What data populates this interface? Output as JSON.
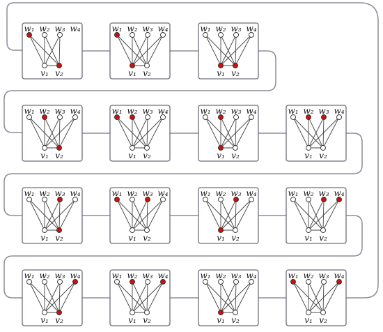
{
  "labels": {
    "w1": "w₁",
    "w2": "w₂",
    "w3": "w₃",
    "w4": "w₄",
    "v1": "v₁",
    "v2": "v₂"
  },
  "colors": {
    "highlight": "#cc1111",
    "normal": "#ffffff",
    "connector": "#8a8d9a",
    "box_border": "#6e6e78"
  },
  "graphs": [
    {
      "row": 0,
      "col": 0,
      "top_vertices": [
        "w1",
        "w2",
        "w3"
      ],
      "highlighted": [
        "w1",
        "v2"
      ]
    },
    {
      "row": 0,
      "col": 1,
      "top_vertices": [
        "w1",
        "w2",
        "w3",
        "w4"
      ],
      "highlighted": [
        "w1",
        "v1"
      ]
    },
    {
      "row": 0,
      "col": 2,
      "top_vertices": [
        "w1",
        "w2",
        "w3",
        "w4"
      ],
      "highlighted": [
        "v1",
        "v2"
      ]
    },
    {
      "row": 1,
      "col": 0,
      "top_vertices": [
        "w1",
        "w2",
        "w3",
        "w4"
      ],
      "highlighted": [
        "w2",
        "v2"
      ]
    },
    {
      "row": 1,
      "col": 1,
      "top_vertices": [
        "w1",
        "w2",
        "w3",
        "w4"
      ],
      "highlighted": [
        "w1",
        "w2"
      ]
    },
    {
      "row": 1,
      "col": 2,
      "top_vertices": [
        "w1",
        "w2",
        "w3",
        "w4"
      ],
      "highlighted": [
        "w2",
        "v1"
      ]
    },
    {
      "row": 1,
      "col": 3,
      "top_vertices": [
        "w1",
        "w2",
        "w3",
        "w4"
      ],
      "highlighted": [
        "w2",
        "w3"
      ]
    },
    {
      "row": 2,
      "col": 0,
      "top_vertices": [
        "w1",
        "w2",
        "w3",
        "w4"
      ],
      "highlighted": [
        "w3",
        "v2"
      ]
    },
    {
      "row": 2,
      "col": 1,
      "top_vertices": [
        "w1",
        "w2",
        "w3",
        "w4"
      ],
      "highlighted": [
        "w1",
        "w3"
      ]
    },
    {
      "row": 2,
      "col": 2,
      "top_vertices": [
        "w1",
        "w2",
        "w3",
        "w4"
      ],
      "highlighted": [
        "w3",
        "v1"
      ]
    },
    {
      "row": 2,
      "col": 3,
      "top_vertices": [
        "w1",
        "w2",
        "w3",
        "w4"
      ],
      "highlighted": [
        "w3",
        "w4"
      ]
    },
    {
      "row": 3,
      "col": 0,
      "top_vertices": [
        "w1",
        "w2",
        "w3",
        "w4"
      ],
      "highlighted": [
        "w4",
        "v2"
      ]
    },
    {
      "row": 3,
      "col": 1,
      "top_vertices": [
        "w1",
        "w2",
        "w3",
        "w4"
      ],
      "highlighted": [
        "w2",
        "w4"
      ]
    },
    {
      "row": 3,
      "col": 2,
      "top_vertices": [
        "w1",
        "w2",
        "w3",
        "w4"
      ],
      "highlighted": [
        "v1"
      ]
    },
    {
      "row": 3,
      "col": 3,
      "top_vertices": [
        "w1",
        "w2",
        "w3",
        "w4"
      ],
      "highlighted": [
        "w1",
        "w4"
      ]
    }
  ]
}
